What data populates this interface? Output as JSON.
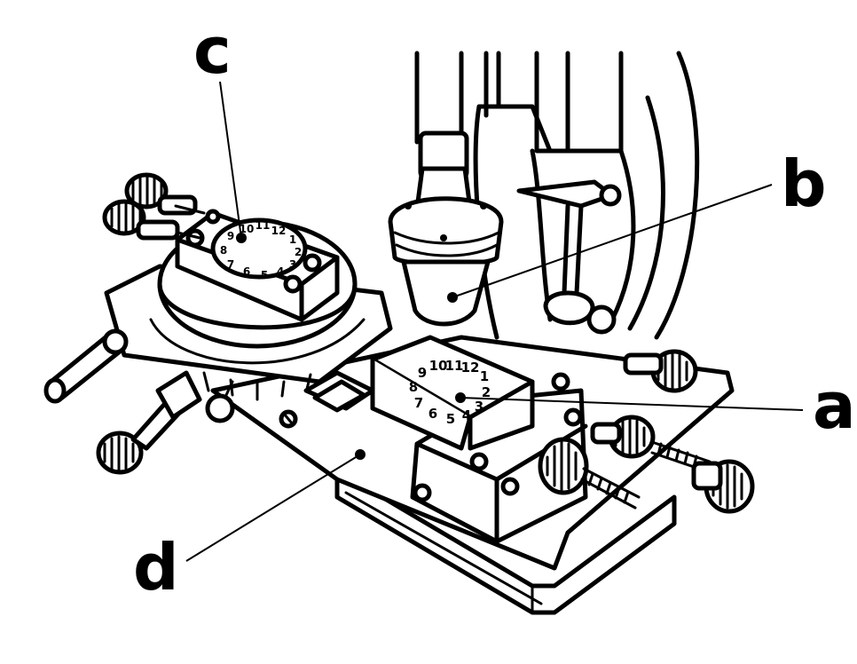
{
  "labels": {
    "a": "a",
    "b": "b",
    "c": "c",
    "d": "d"
  },
  "dial_numbers": [
    "12",
    "1",
    "2",
    "3",
    "4",
    "5",
    "6",
    "7",
    "8",
    "9",
    "10",
    "11"
  ],
  "colors": {
    "ink": "#000000",
    "paper": "#ffffff"
  }
}
